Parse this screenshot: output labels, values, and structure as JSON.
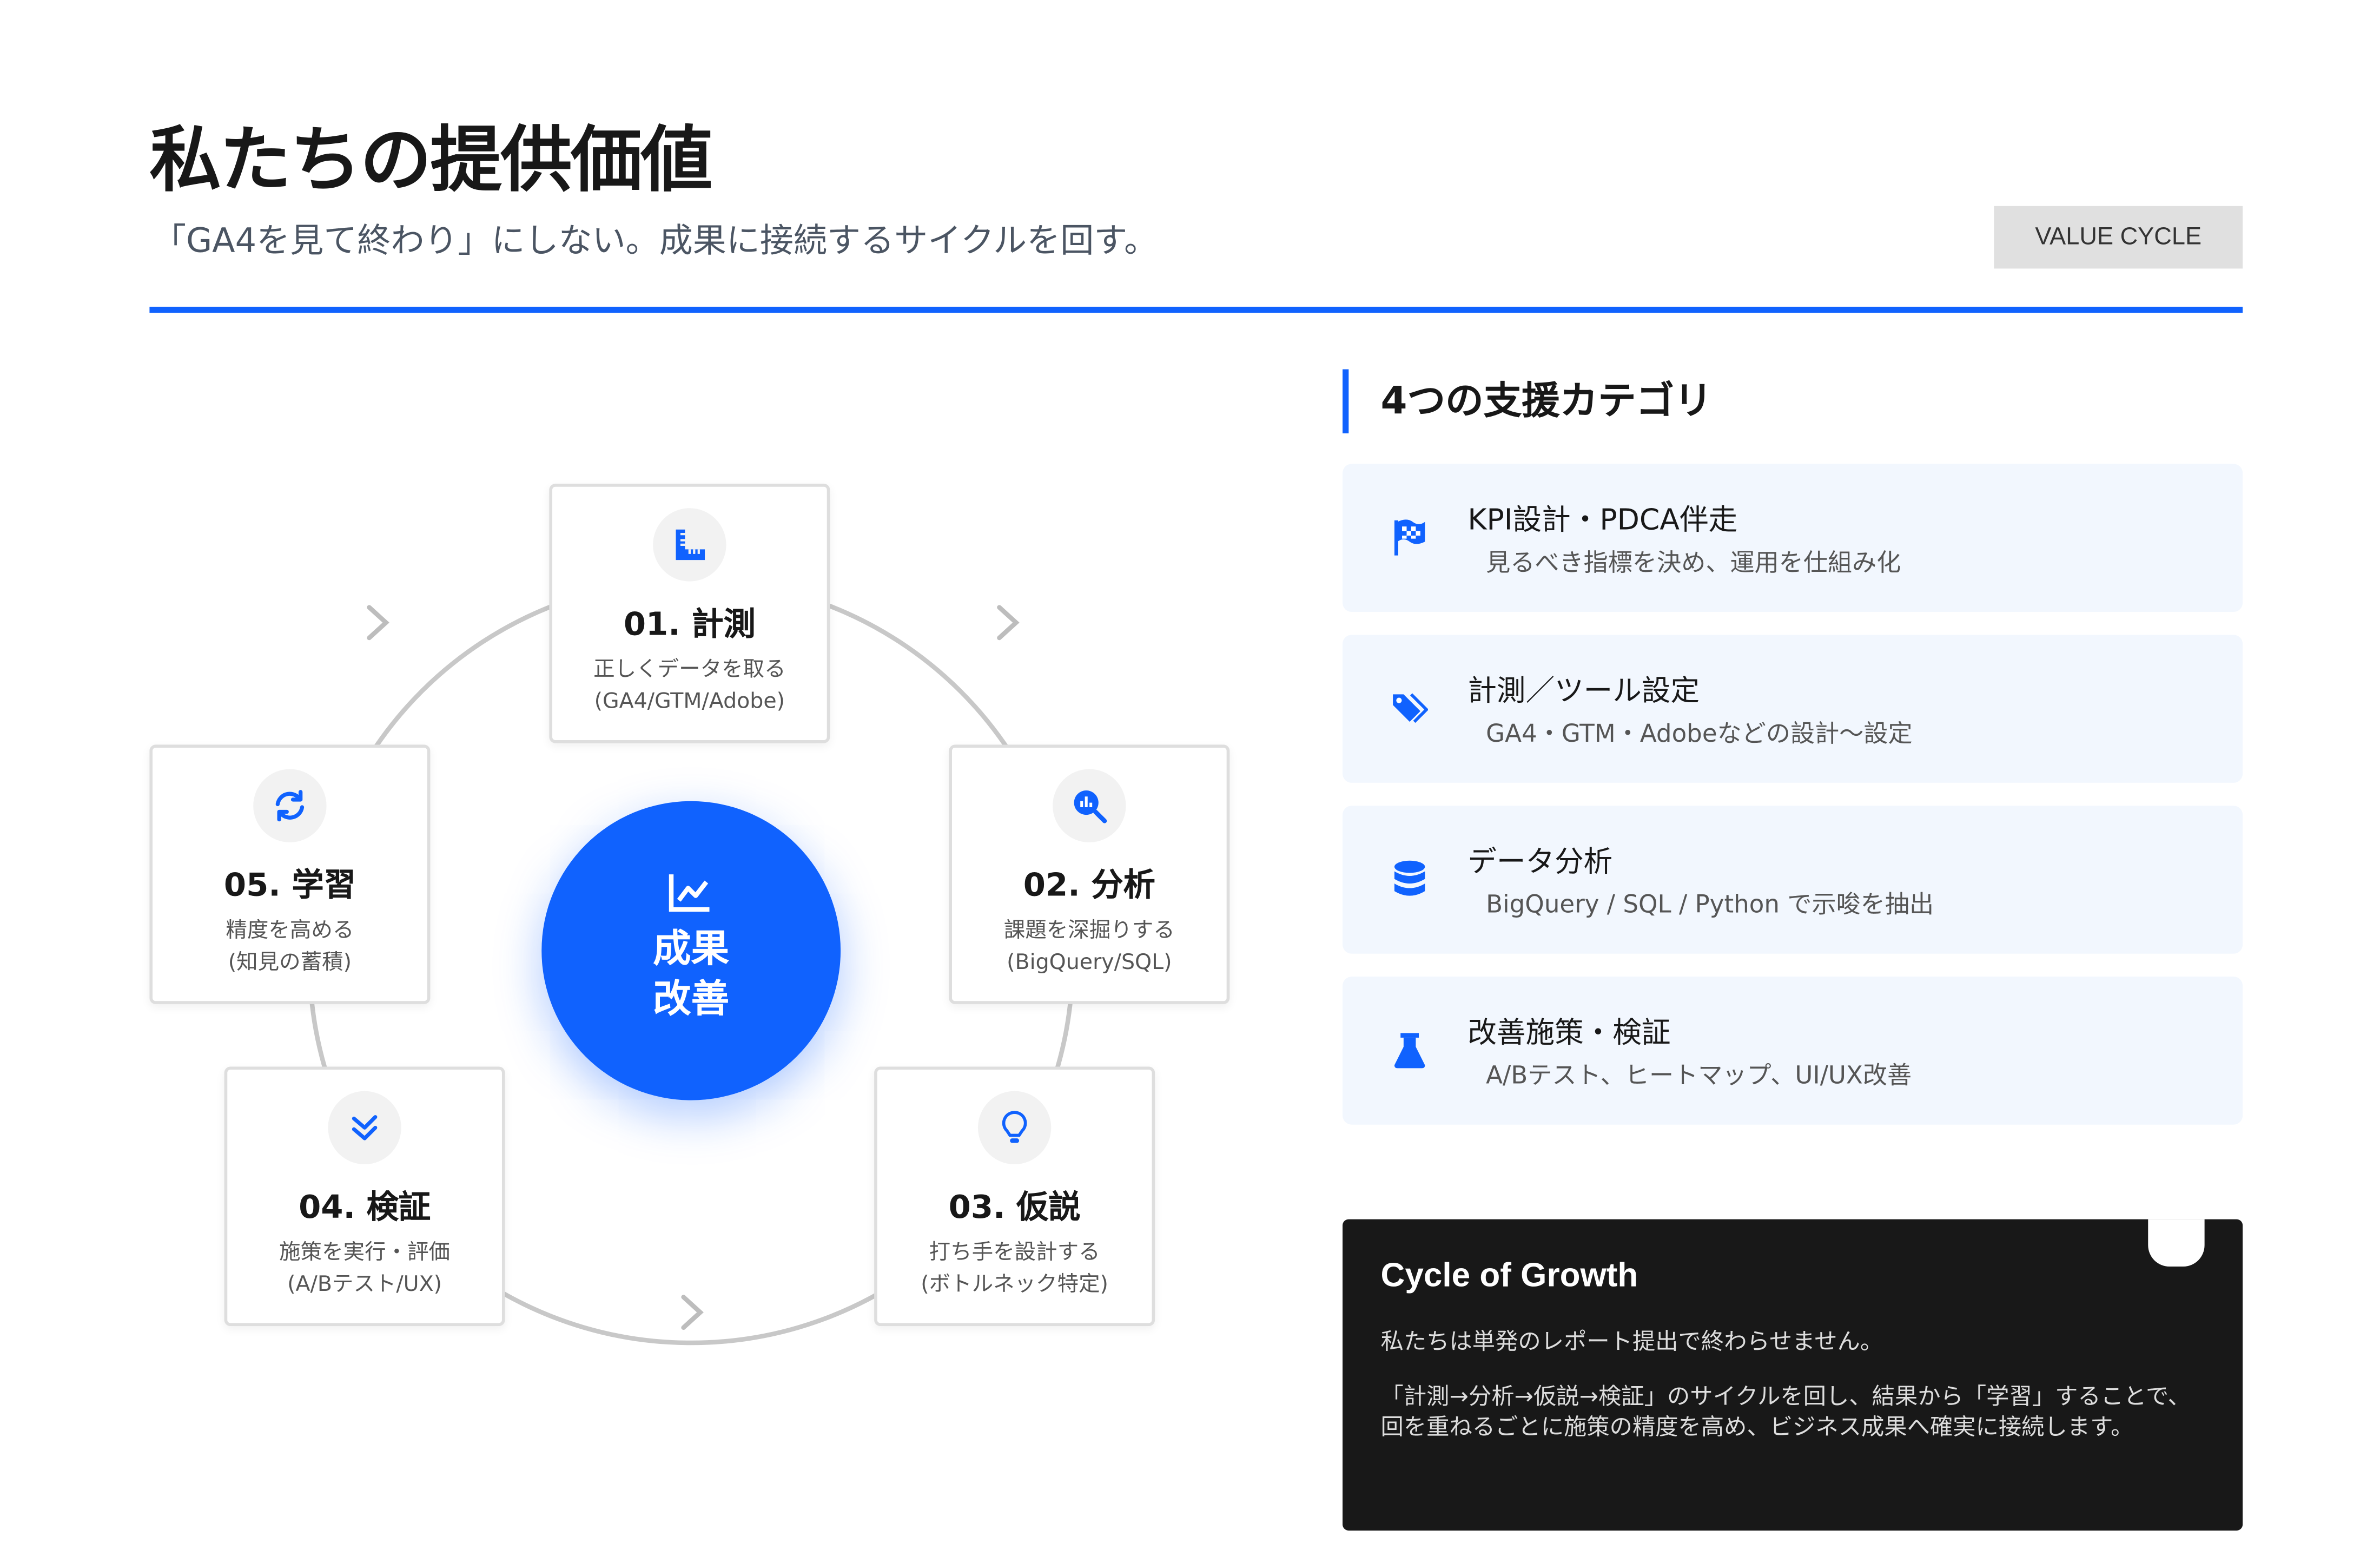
{
  "header": {
    "title": "私たちの提供価値",
    "subtitle": "「GA4を見て終わり」にしない。成果に接続するサイクルを回す。",
    "badge": "VALUE CYCLE"
  },
  "cycle": {
    "center": {
      "line1": "成果",
      "line2": "改善",
      "icon": "chart-line-icon"
    },
    "steps": [
      {
        "title": "01. 計測",
        "desc1": "正しくデータを取る",
        "desc2": "(GA4/GTM/Adobe)",
        "icon": "ruler-icon"
      },
      {
        "title": "02. 分析",
        "desc1": "課題を深掘りする",
        "desc2": "(BigQuery/SQL)",
        "icon": "search-chart-icon"
      },
      {
        "title": "03. 仮説",
        "desc1": "打ち手を設計する",
        "desc2": "(ボトルネック特定)",
        "icon": "lightbulb-icon"
      },
      {
        "title": "04. 検証",
        "desc1": "施策を実行・評価",
        "desc2": "(A/Bテスト/UX)",
        "icon": "double-check-icon"
      },
      {
        "title": "05. 学習",
        "desc1": "精度を高める",
        "desc2": "(知見の蓄積)",
        "icon": "refresh-icon"
      }
    ]
  },
  "categories": {
    "heading": "4つの支援カテゴリ",
    "items": [
      {
        "title": "KPI設計・PDCA伴走",
        "desc": "見るべき指標を決め、運用を仕組み化",
        "icon": "checkered-flag-icon"
      },
      {
        "title": "計測／ツール設定",
        "desc": "GA4・GTM・Adobeなどの設計〜設定",
        "icon": "tags-icon"
      },
      {
        "title": "データ分析",
        "desc": "BigQuery / SQL / Python で示唆を抽出",
        "icon": "database-icon"
      },
      {
        "title": "改善施策・検証",
        "desc": "A/Bテスト、ヒートマップ、UI/UX改善",
        "icon": "flask-icon"
      }
    ]
  },
  "growth": {
    "title": "Cycle of Growth",
    "p1": "私たちは単発のレポート提出で終わらせません。",
    "p2": "「計測→分析→仮説→検証」のサイクルを回し、結果から「学習」することで、回を重ねるごとに施策の精度を高め、ビジネス成果へ確実に接続します。"
  },
  "colors": {
    "accent": "#1062fe",
    "dark": "#181818",
    "card_bg": "#f2f7fe"
  }
}
